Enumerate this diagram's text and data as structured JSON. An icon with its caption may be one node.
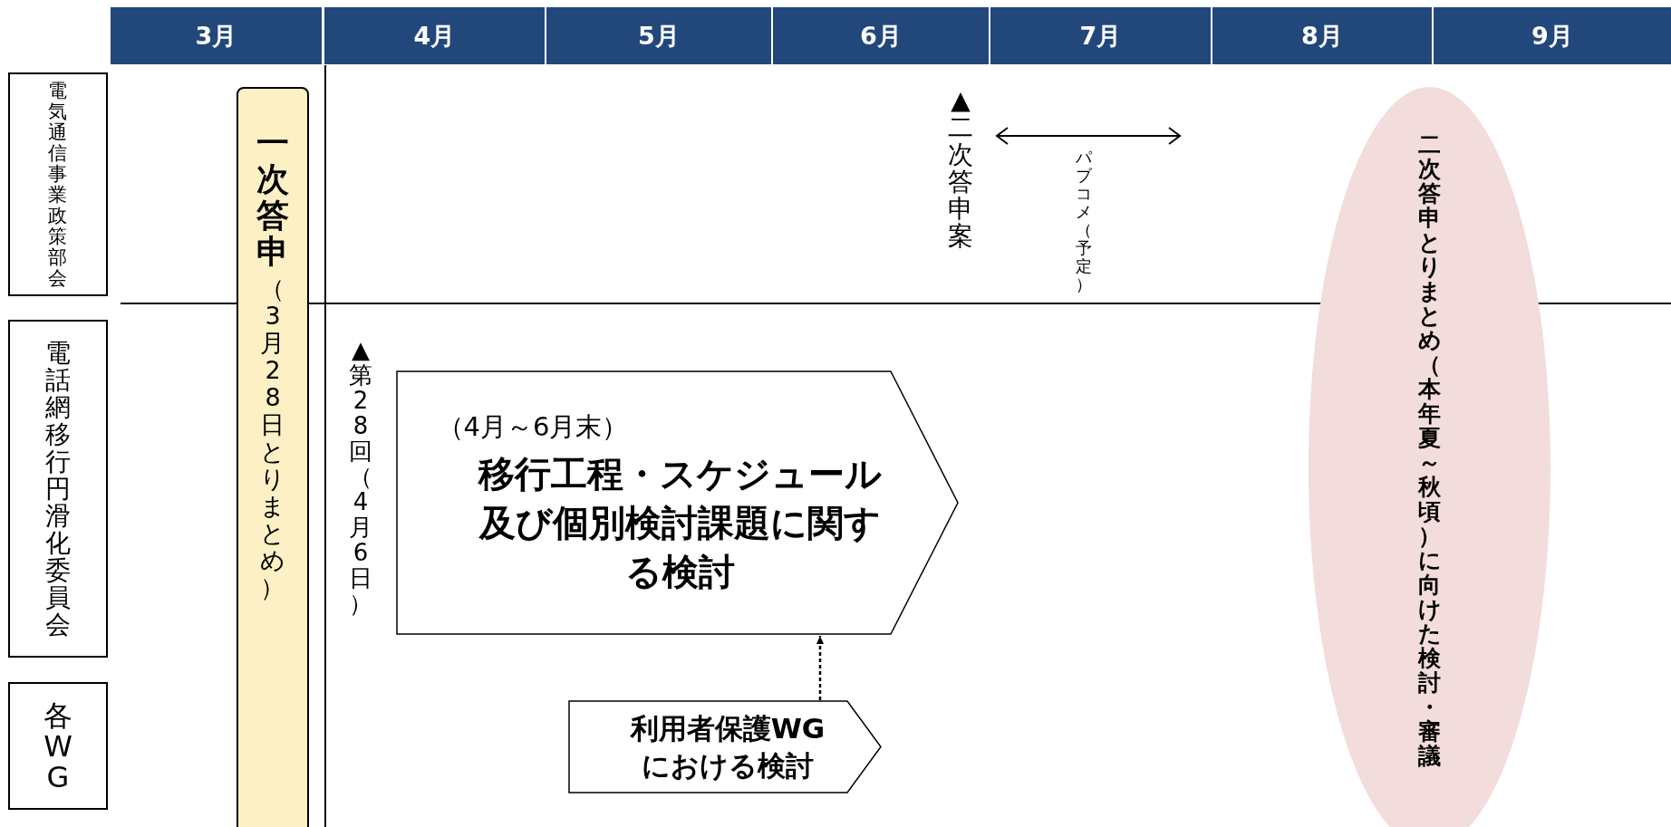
{
  "diagram": {
    "nodes": [
      {
        "text": [
          "3月"
        ]
      },
      {
        "text": [
          "4月"
        ]
      },
      {
        "text": [
          "5月"
        ]
      },
      {
        "text": [
          "6月"
        ]
      },
      {
        "text": [
          "7月"
        ]
      },
      {
        "text": [
          "8月"
        ]
      },
      {
        "text": [
          "9月"
        ]
      },
      {
        "text": [
          "電気通信事業政策部会"
        ]
      },
      {
        "text": [
          "電話網移行円滑化委員会"
        ]
      },
      {
        "text": [
          "各WG"
        ]
      },
      {
        "text": [
          "一次答申",
          "（3月28日とりまとめ）"
        ]
      },
      {
        "text": [
          "（4月～6月末）",
          "移行工程・スケジュール及び個別検討課題に関する検討"
        ]
      },
      {
        "text": [
          "利用者保護WGにおける検討"
        ]
      },
      {
        "text": [
          "二次答申とりまとめ（本年夏～秋頃）に向けた検討・審議"
        ]
      }
    ],
    "edges": [
      {
        "from": 12,
        "to": 11,
        "arrow": "to",
        "style": "dashed"
      }
    ],
    "labels": [
      "▲二次答申案",
      "パブコメ（予定）",
      "▲第28回（4月6日）"
    ]
  }
}
